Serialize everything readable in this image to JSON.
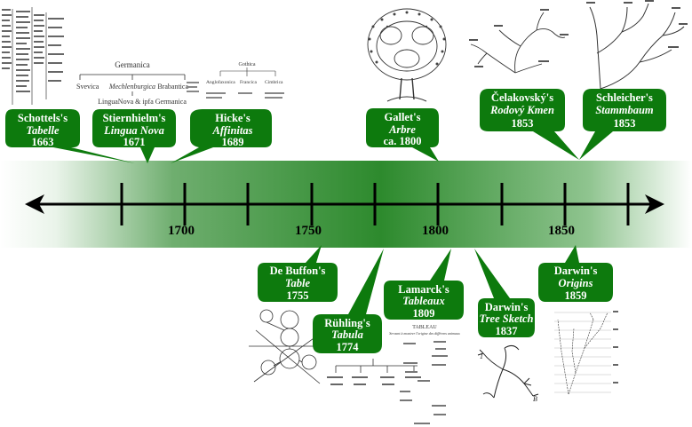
{
  "colors": {
    "callout": "#0d7a0d",
    "band_start": "#ffffff",
    "band_mid": "#2e8b2e",
    "band_end": "#ffffff",
    "axis": "#000000"
  },
  "axis_labels": [
    "1700",
    "1750",
    "1800",
    "1850"
  ],
  "callouts_above": [
    {
      "id": "schottel",
      "name": "Schottels's",
      "title": "Tabelle",
      "year": "1663"
    },
    {
      "id": "stiernhielm",
      "name": "Stiernhielm's",
      "title": "Lingua Nova",
      "year": "1671"
    },
    {
      "id": "hicke",
      "name": "Hicke's",
      "title": "Affinitas",
      "year": "1689"
    },
    {
      "id": "gallet",
      "name": "Gallet's",
      "title": "Arbre",
      "year": "ca. 1800"
    },
    {
      "id": "celakovsky",
      "name": "Čelakovský's",
      "title": "Rodový Kmen",
      "year": "1853"
    },
    {
      "id": "schleicher",
      "name": "Schleicher's",
      "title": "Stammbaum",
      "year": "1853"
    }
  ],
  "callouts_below": [
    {
      "id": "debuffon",
      "name": "De Buffon's",
      "title": "Table",
      "year": "1755"
    },
    {
      "id": "ruhling",
      "name": "Rühling's",
      "title": "Tabula",
      "year": "1774"
    },
    {
      "id": "lamarck",
      "name": "Lamarck's",
      "title": "Tableaux",
      "year": "1809"
    },
    {
      "id": "darwin_sketch",
      "name": "Darwin's",
      "title": "Tree Sketch",
      "year": "1837"
    },
    {
      "id": "darwin_origins",
      "name": "Darwin's",
      "title": "Origins",
      "year": "1859"
    }
  ],
  "thumbnail_text": {
    "stiernhielm_top": "Germanica",
    "stiernhielm_left": "Svevica",
    "stiernhielm_mid": "Mechlenburgica",
    "stiernhielm_right": "Brabantica",
    "stiernhielm_bottom": "LinguaNova & ipfa Germanica",
    "hicke_top": "Gothica",
    "hicke_a": "Anglofaxonica",
    "hicke_b": "Francica",
    "hicke_c": "Cimbrica",
    "lamarck_head": "TABLEAU",
    "lamarck_sub": "Servant à montrer l'origine des différens animaux"
  }
}
